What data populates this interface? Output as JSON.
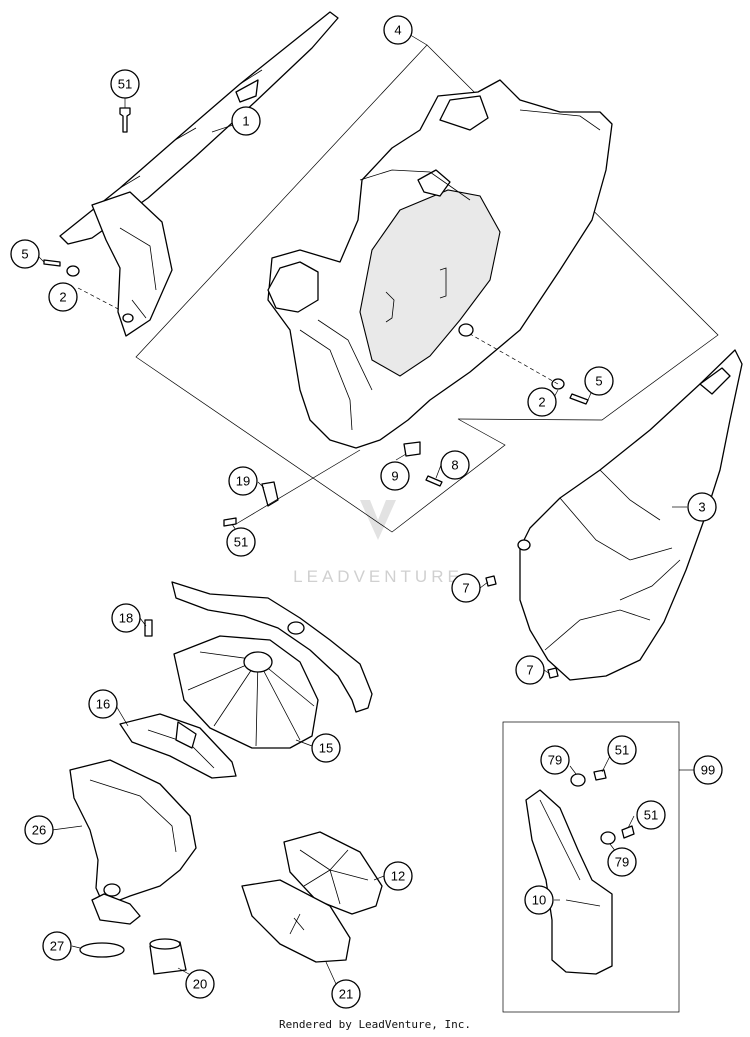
{
  "callouts": [
    {
      "label": "51"
    },
    {
      "label": "1"
    },
    {
      "label": "4"
    },
    {
      "label": "5"
    },
    {
      "label": "2"
    },
    {
      "label": "5"
    },
    {
      "label": "2"
    },
    {
      "label": "3"
    },
    {
      "label": "8"
    },
    {
      "label": "9"
    },
    {
      "label": "19"
    },
    {
      "label": "51"
    },
    {
      "label": "7"
    },
    {
      "label": "7"
    },
    {
      "label": "18"
    },
    {
      "label": "16"
    },
    {
      "label": "15"
    },
    {
      "label": "26"
    },
    {
      "label": "12"
    },
    {
      "label": "27"
    },
    {
      "label": "20"
    },
    {
      "label": "21"
    },
    {
      "label": "79"
    },
    {
      "label": "51"
    },
    {
      "label": "99"
    },
    {
      "label": "51"
    },
    {
      "label": "79"
    },
    {
      "label": "10"
    }
  ],
  "watermark": "LEADVENTURE",
  "footer": "Rendered by LeadVenture, Inc."
}
